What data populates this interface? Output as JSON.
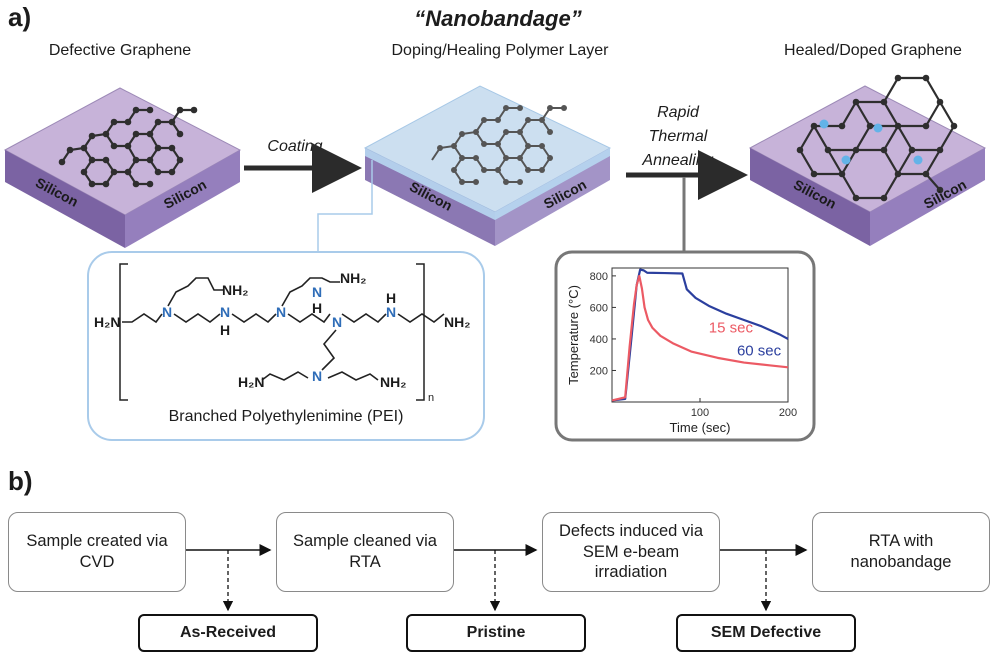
{
  "panel_a": {
    "label": "a)",
    "stage_defective": "Defective Graphene",
    "nanobandage_title": "“Nanobandage”",
    "stage_polymer": "Doping/Healing Polymer Layer",
    "stage_healed": "Healed/Doped Graphene",
    "coating_label": "Coating",
    "rta_label": [
      "Rapid",
      "Thermal",
      "Annealing"
    ],
    "substrate_label": "Silicon",
    "pei_name": "Branched Polyethylenimine (PEI)",
    "pei_repeat": "n",
    "atom_labels": {
      "h2n": "H₂N",
      "nh2": "NH₂",
      "n": "N",
      "h": "H"
    }
  },
  "chart_data": {
    "type": "line",
    "title": "",
    "xlabel": "Time (sec)",
    "ylabel": "Temperature (°C)",
    "xlim": [
      0,
      200
    ],
    "ylim": [
      0,
      850
    ],
    "xticks": [
      "100",
      "200"
    ],
    "yticks": [
      "200",
      "400",
      "600",
      "800"
    ],
    "grid": false,
    "series": [
      {
        "name": "60 sec",
        "color": "#2b3f9e",
        "x": [
          0,
          15,
          22,
          28,
          32,
          36,
          40,
          60,
          80,
          85,
          95,
          110,
          130,
          150,
          170,
          190,
          200
        ],
        "y": [
          10,
          20,
          400,
          740,
          840,
          835,
          820,
          818,
          815,
          715,
          660,
          610,
          560,
          520,
          480,
          430,
          400
        ]
      },
      {
        "name": "15 sec",
        "color": "#ec5a64",
        "x": [
          0,
          15,
          20,
          25,
          28,
          31,
          34,
          37,
          41,
          46,
          55,
          70,
          90,
          120,
          150,
          180,
          200
        ],
        "y": [
          10,
          30,
          350,
          620,
          740,
          800,
          720,
          600,
          520,
          470,
          420,
          370,
          320,
          280,
          250,
          232,
          220
        ]
      }
    ]
  },
  "panel_b": {
    "label": "b)",
    "steps": [
      "Sample created via CVD",
      "Sample cleaned via RTA",
      "Defects induced via SEM e-beam irradiation",
      "RTA with nanobandage"
    ],
    "categories": [
      "As-Received",
      "Pristine",
      "SEM Defective"
    ]
  },
  "colors": {
    "substrate_top": "#c7b3d9",
    "substrate_left": "#7b63a3",
    "substrate_right": "#957fbd",
    "polymer": "#b7d7f1",
    "pei_nitrogen": "#2f6db8",
    "arrow": "#2b2b2b"
  }
}
